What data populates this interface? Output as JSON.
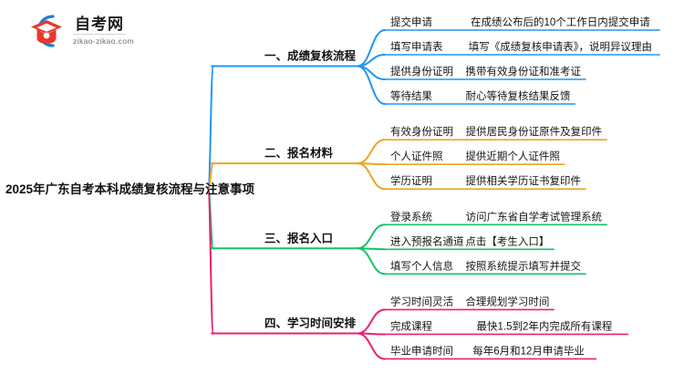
{
  "logo": {
    "mark_name": "zikao-graduation-cap-logo",
    "cn_text": "自考网",
    "url_text": "zikao-zikao.com",
    "arc_color": "#1a7fd4",
    "cap_color": "#e8382f"
  },
  "mindmap": {
    "root": {
      "label": "2025年广东自考本科成绩复核流程与注意事项"
    },
    "branches": [
      {
        "label": "一、成绩复核流程",
        "color": "#2196f3",
        "children": [
          {
            "label": "提交申请",
            "desc": "在成绩公布后的10个工作日内提交申请"
          },
          {
            "label": "填写申请表",
            "desc": "填写《成绩复核申请表》，说明异议理由"
          },
          {
            "label": "提供身份证明",
            "desc": "携带有效身份证和准考证"
          },
          {
            "label": "等待结果",
            "desc": "耐心等待复核结果反馈"
          }
        ]
      },
      {
        "label": "二、报名材料",
        "color": "#eda521",
        "children": [
          {
            "label": "有效身份证明",
            "desc": "提供居民身份证原件及复印件"
          },
          {
            "label": "个人证件照",
            "desc": "提供近期个人证件照"
          },
          {
            "label": "学历证明",
            "desc": "提供相关学历证书复印件"
          }
        ]
      },
      {
        "label": "三、报名入口",
        "color": "#15c26b",
        "children": [
          {
            "label": "登录系统",
            "desc": "访问广东省自学考试管理系统"
          },
          {
            "label": "进入预报名通道",
            "desc": "点击【考生入口】"
          },
          {
            "label": "填写个人信息",
            "desc": "按照系统提示填写并提交"
          }
        ]
      },
      {
        "label": "四、学习时间安排",
        "color": "#ef1d72",
        "children": [
          {
            "label": "学习时间灵活",
            "desc": "合理规划学习时间"
          },
          {
            "label": "完成课程",
            "desc": "最快1.5到2年内完成所有课程"
          },
          {
            "label": "毕业申请时间",
            "desc": "每年6月和12月申请毕业"
          }
        ]
      }
    ]
  }
}
